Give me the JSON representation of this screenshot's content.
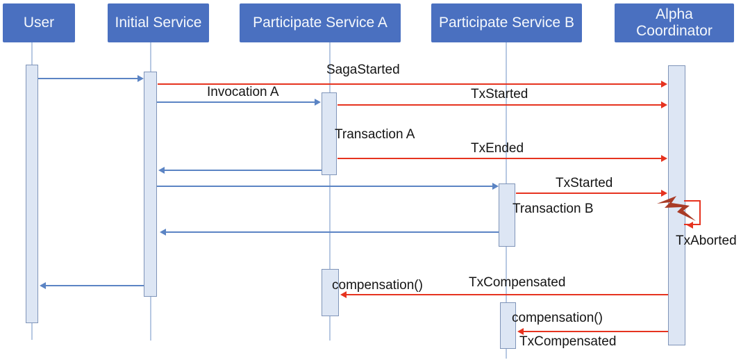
{
  "diagram": {
    "type": "sequence-diagram",
    "actors": [
      {
        "label": "User"
      },
      {
        "label": "Initial Service"
      },
      {
        "label": "Participate Service A"
      },
      {
        "label": "Participate Service B"
      },
      {
        "label": "Alpha Coordinator"
      }
    ],
    "messages": {
      "saga_started": "SagaStarted",
      "invocation_a": "Invocation A",
      "tx_started_a": "TxStarted",
      "transaction_a": "Transaction A",
      "tx_ended": "TxEnded",
      "tx_started_b": "TxStarted",
      "transaction_b": "Transaction B",
      "tx_aborted": "TxAborted",
      "compensation_a": "compensation()",
      "tx_compensated_a": "TxCompensated",
      "compensation_b": "compensation()",
      "tx_compensated_b": "TxCompensated"
    },
    "flows": [
      {
        "from": "User",
        "to": "Initial Service",
        "label": "",
        "color": "blue"
      },
      {
        "from": "Initial Service",
        "to": "Alpha Coordinator",
        "label": "SagaStarted",
        "color": "red"
      },
      {
        "from": "Initial Service",
        "to": "Participate Service A",
        "label": "Invocation A",
        "color": "blue"
      },
      {
        "from": "Participate Service A",
        "to": "Alpha Coordinator",
        "label": "TxStarted",
        "color": "red"
      },
      {
        "from": "Participate Service A",
        "to": "Alpha Coordinator",
        "label": "TxEnded",
        "color": "red"
      },
      {
        "from": "Participate Service A",
        "to": "Initial Service",
        "label": "",
        "color": "blue"
      },
      {
        "from": "Initial Service",
        "to": "Participate Service B",
        "label": "",
        "color": "blue"
      },
      {
        "from": "Participate Service B",
        "to": "Alpha Coordinator",
        "label": "TxStarted",
        "color": "red"
      },
      {
        "from": "Alpha Coordinator",
        "to": "Alpha Coordinator",
        "label": "TxAborted",
        "color": "red"
      },
      {
        "from": "Participate Service B",
        "to": "Initial Service",
        "label": "",
        "color": "blue"
      },
      {
        "from": "Initial Service",
        "to": "User",
        "label": "",
        "color": "blue"
      },
      {
        "from": "Alpha Coordinator",
        "to": "Participate Service A",
        "label": "TxCompensated compensation()",
        "color": "red"
      },
      {
        "from": "Alpha Coordinator",
        "to": "Participate Service B",
        "label": "TxCompensated compensation()",
        "color": "red"
      }
    ],
    "colors": {
      "actor_header": "#4a70c0",
      "actor_header_text": "#f5f8fc",
      "activation_fill": "#dde6f4",
      "activation_border": "#7f94b8",
      "lifeline": "#b7c8e2",
      "message_blue": "#5b84c4",
      "message_red": "#e6331f",
      "bolt": "#a93b26",
      "label_text": "#141414"
    }
  }
}
